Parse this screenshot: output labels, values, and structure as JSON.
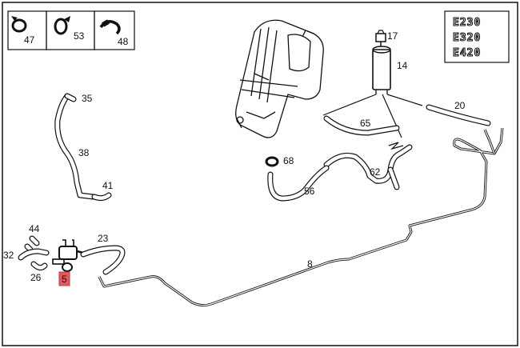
{
  "diagram": {
    "clip_box_labels": [
      "47",
      "53",
      "48"
    ],
    "model_badges": [
      "E230",
      "E320",
      "E420"
    ],
    "part_labels": {
      "p17": "17",
      "p14": "14",
      "p20": "20",
      "p65": "65",
      "p68": "68",
      "p62": "62",
      "p56": "56",
      "p35": "35",
      "p38": "38",
      "p41": "41",
      "p44": "44",
      "p32": "32",
      "p26": "26",
      "p23": "23",
      "p8": "8",
      "p5": "5"
    },
    "highlight_color": "#e4575c"
  }
}
